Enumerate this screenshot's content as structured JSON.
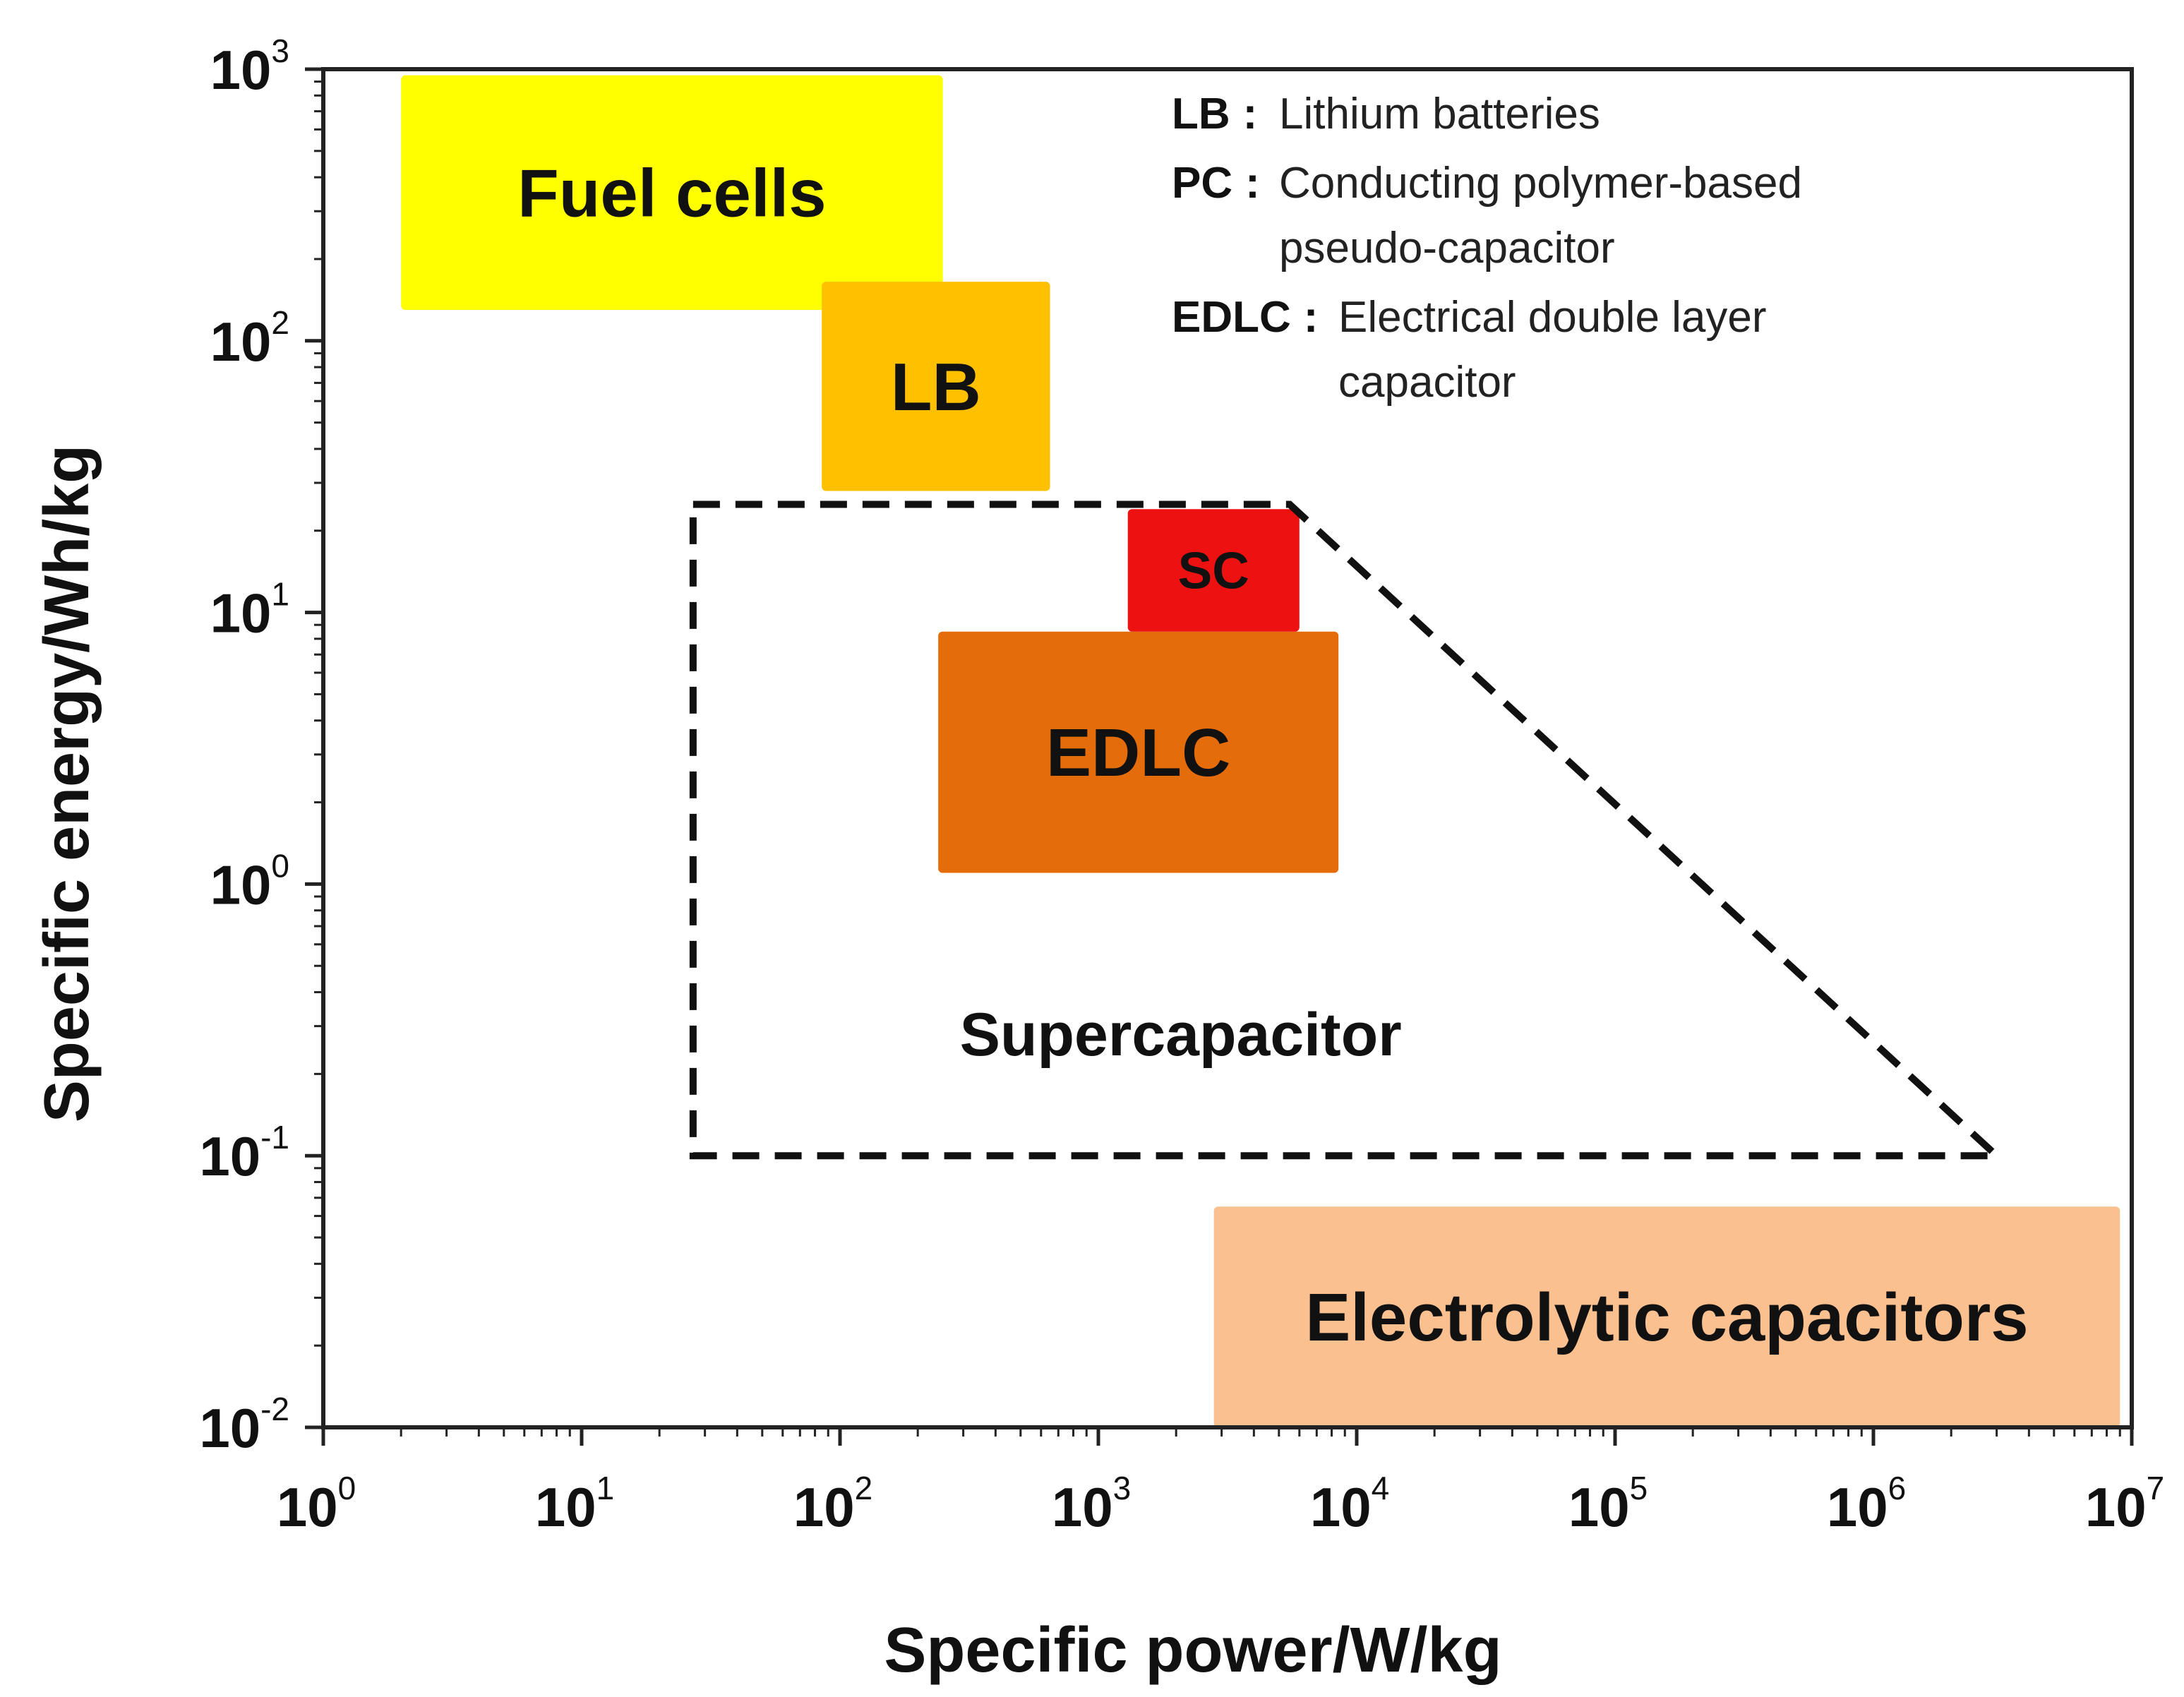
{
  "chart_data": {
    "type": "region",
    "xlabel": "Specific power/W/kg",
    "ylabel": "Specific energy/Wh/kg",
    "xscale": "log",
    "yscale": "log",
    "xlim": [
      1,
      10000000
    ],
    "ylim": [
      0.01,
      1000
    ],
    "x_ticks": [
      {
        "base": "10",
        "exp": "0",
        "value": 1
      },
      {
        "base": "10",
        "exp": "1",
        "value": 10
      },
      {
        "base": "10",
        "exp": "2",
        "value": 100
      },
      {
        "base": "10",
        "exp": "3",
        "value": 1000
      },
      {
        "base": "10",
        "exp": "4",
        "value": 10000
      },
      {
        "base": "10",
        "exp": "5",
        "value": 100000
      },
      {
        "base": "10",
        "exp": "6",
        "value": 1000000
      },
      {
        "base": "10",
        "exp": "7",
        "value": 10000000
      }
    ],
    "y_ticks": [
      {
        "base": "10",
        "exp": "-2",
        "value": 0.01
      },
      {
        "base": "10",
        "exp": "-1",
        "value": 0.1
      },
      {
        "base": "10",
        "exp": "0",
        "value": 1
      },
      {
        "base": "10",
        "exp": "1",
        "value": 10
      },
      {
        "base": "10",
        "exp": "2",
        "value": 100
      },
      {
        "base": "10",
        "exp": "3",
        "value": 1000
      }
    ],
    "grid": false,
    "regions": [
      {
        "label": "Fuel cells",
        "x": [
          2,
          250
        ],
        "y": [
          130,
          950
        ],
        "color": "#ffff00",
        "label_color": "#111111"
      },
      {
        "label": "LB",
        "x": [
          85,
          650
        ],
        "y": [
          28,
          165
        ],
        "color": "#ffc000",
        "label_color": "#111111"
      },
      {
        "label": "EDLC",
        "x": [
          240,
          8500
        ],
        "y": [
          1.1,
          8.5
        ],
        "color": "#e46c0a",
        "label_color": "#ffffff"
      },
      {
        "label": "SC",
        "x": [
          1300,
          6000
        ],
        "y": [
          8.5,
          24
        ],
        "color": "#ee1111",
        "label_color": "#111111"
      },
      {
        "label": "Electrolytic capacitors",
        "x": [
          2800,
          9000000
        ],
        "y": [
          0.01,
          0.065
        ],
        "color": "#fac090",
        "label_color": "#111111"
      }
    ],
    "envelope": {
      "label": "Supercapacitor",
      "points": [
        [
          27,
          25
        ],
        [
          5500,
          25
        ],
        [
          3000000,
          0.1
        ],
        [
          27,
          0.1
        ]
      ],
      "style": "dashed"
    },
    "legend": {
      "placement": "top-right",
      "entries": [
        {
          "abbr": "LB",
          "lines": [
            "Lithium batteries"
          ]
        },
        {
          "abbr": "PC",
          "lines": [
            "Conducting polymer-based",
            "pseudo-capacitor"
          ]
        },
        {
          "abbr": "EDLC",
          "lines": [
            "Electrical double layer",
            "capacitor"
          ]
        }
      ]
    }
  }
}
